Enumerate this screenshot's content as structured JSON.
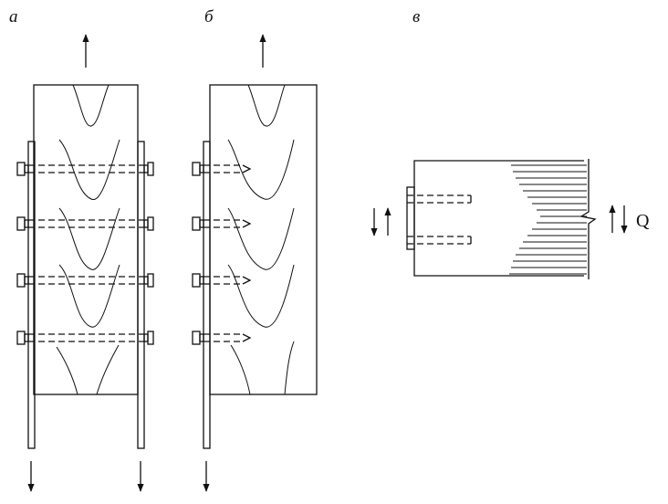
{
  "labels": {
    "a": "а",
    "b": "б",
    "v": "в",
    "q": "Q"
  },
  "icons": {
    "arrow_up": "arrow-up-icon",
    "arrow_down": "arrow-down-icon",
    "bolt": "bolt-icon"
  },
  "colors": {
    "line": "#111111",
    "background": "#ffffff"
  }
}
